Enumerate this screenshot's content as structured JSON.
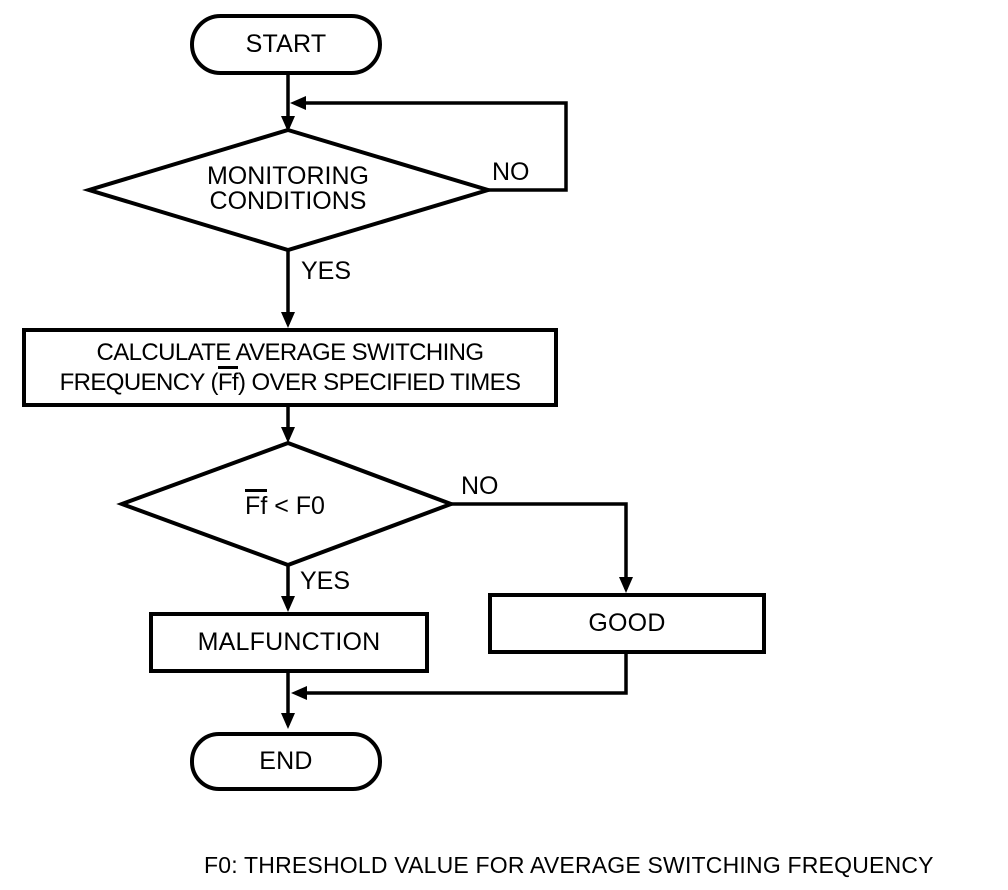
{
  "flowchart": {
    "start": {
      "label": "START"
    },
    "monitoring": {
      "line1": "MONITORING",
      "line2": "CONDITIONS"
    },
    "monitoring_no_label": "NO",
    "monitoring_yes_label": "YES",
    "calculate": {
      "line1": "CALCULATE AVERAGE SWITCHING",
      "line2_pre": "FREQUENCY (",
      "line2_bar": "Ff",
      "line2_post": ") OVER SPECIFIED TIMES"
    },
    "threshold": {
      "bar": "Ff",
      "rest": " < F0"
    },
    "threshold_no_label": "NO",
    "threshold_yes_label": "YES",
    "malfunction": {
      "label": "MALFUNCTION"
    },
    "good": {
      "label": "GOOD"
    },
    "end": {
      "label": "END"
    },
    "footnote": "F0: THRESHOLD VALUE FOR AVERAGE SWITCHING FREQUENCY"
  },
  "colors": {
    "ink": "#000000",
    "background": "#ffffff"
  }
}
